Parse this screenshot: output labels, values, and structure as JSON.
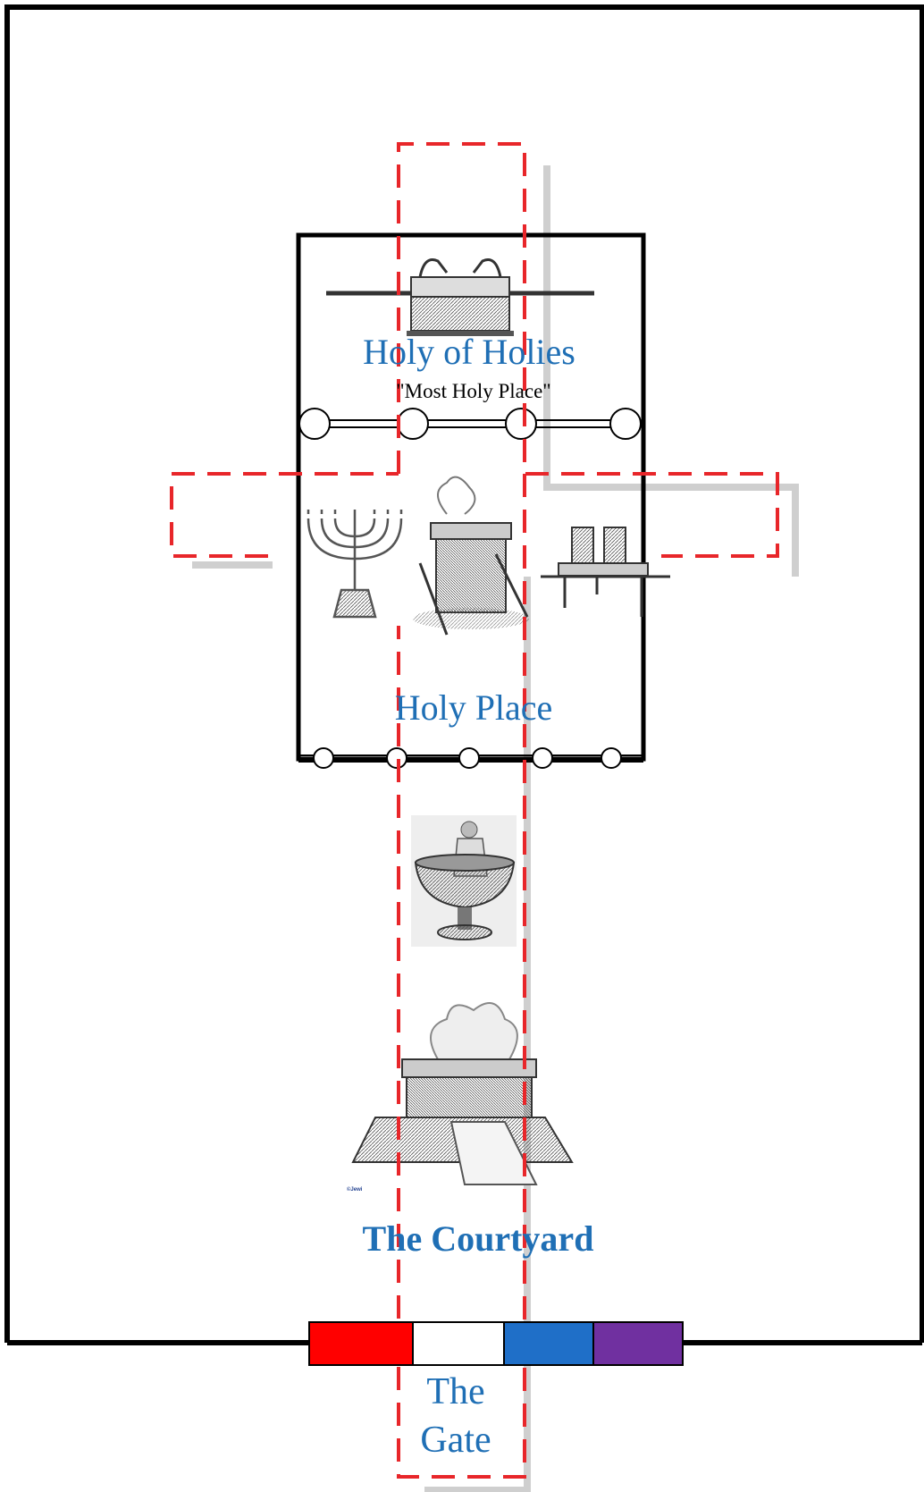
{
  "labels": {
    "holy_of_holies": "Holy of Holies",
    "most_holy_place": "\"Most Holy Place\"",
    "holy_place": "Holy Place",
    "courtyard": "The Courtyard",
    "gate_line1": "The",
    "gate_line2": "Gate"
  },
  "image_credit": "©Jewi",
  "gate_colors": [
    "#ff0000",
    "#ffffff",
    "#1f6fc8",
    "#7030a0"
  ],
  "colors": {
    "label_blue": "#1f6fb5",
    "cross_outline": "#e8262a",
    "cross_shadow": "#cfcfcf",
    "wall": "#000000"
  },
  "furnishings": [
    {
      "name": "ark-of-the-covenant"
    },
    {
      "name": "golden-lampstand"
    },
    {
      "name": "altar-of-incense"
    },
    {
      "name": "table-of-showbread"
    },
    {
      "name": "bronze-laver"
    },
    {
      "name": "brazen-altar"
    }
  ]
}
